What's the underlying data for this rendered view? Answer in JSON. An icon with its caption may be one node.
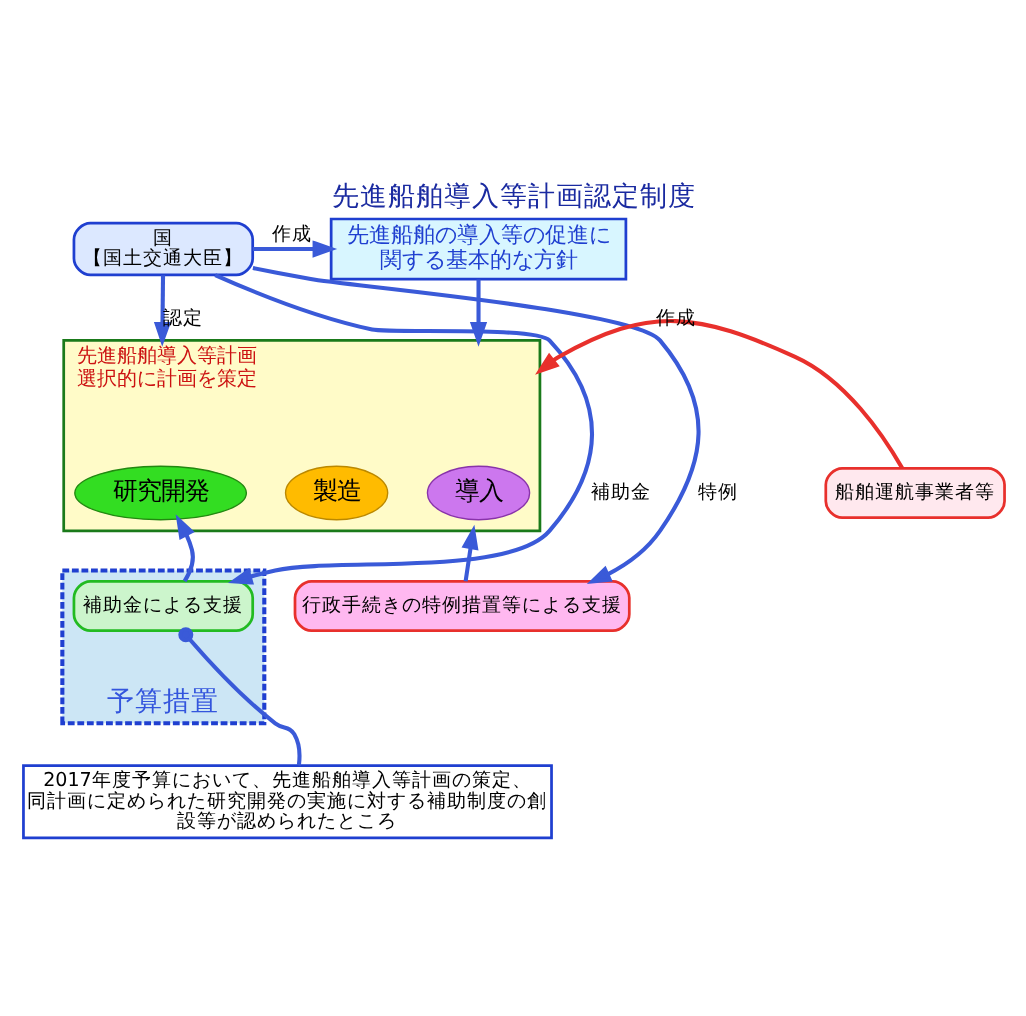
{
  "diagram": {
    "title": "先進船舶導入等計画認定制度",
    "nodes": [
      {
        "text": [
          "国",
          "【国土交通大臣】"
        ]
      },
      {
        "text": [
          "船舶運航事業者等"
        ]
      },
      {
        "text": [
          "先進船舶の導入等の促進に関する基本的な方針"
        ]
      },
      {
        "text": [
          "先進船舶導入等計画",
          "選択的に計画を策定"
        ]
      },
      {
        "text": [
          "研究開発"
        ],
        "in": 3
      },
      {
        "text": [
          "製造"
        ],
        "in": 3
      },
      {
        "text": [
          "導入"
        ],
        "in": 3
      },
      {
        "text": [
          "予算措置"
        ]
      },
      {
        "text": [
          "補助金による支援"
        ],
        "in": 7
      },
      {
        "text": [
          "行政手続きの特例措置等による支援"
        ]
      },
      {
        "text": [
          "2017年度予算において、先進船舶導入等計画の策定、同計画に定められた研究開発の実施に対する補助制度の創設等が認められたところ"
        ]
      }
    ],
    "edges": [
      {
        "from": 0,
        "to": 2,
        "arrow": "to",
        "label": "作成"
      },
      {
        "from": 0,
        "to": 3,
        "arrow": "to",
        "label": "認定"
      },
      {
        "from": 0,
        "to": 8,
        "arrow": "to",
        "label": "補助金"
      },
      {
        "from": 0,
        "to": 9,
        "arrow": "to",
        "label": "特例"
      },
      {
        "from": 1,
        "to": 3,
        "arrow": "to",
        "label": "作成",
        "color": "#e8302c"
      },
      {
        "from": 2,
        "to": 3,
        "arrow": "to"
      },
      {
        "from": 8,
        "to": 4,
        "arrow": "to"
      },
      {
        "from": 9,
        "to": 3,
        "arrow": "to"
      },
      {
        "from": 10,
        "to": 8,
        "arrow": "other"
      }
    ]
  }
}
